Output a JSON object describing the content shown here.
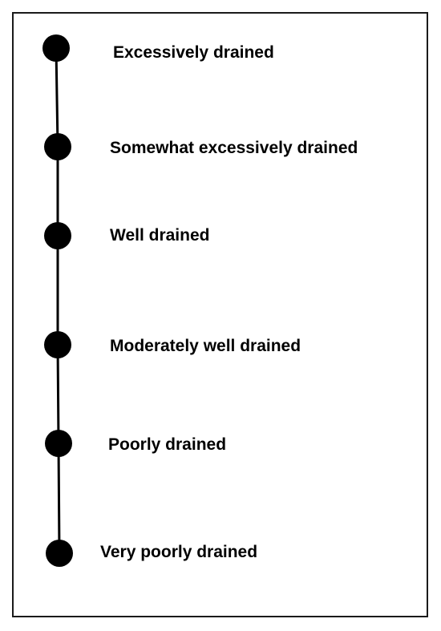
{
  "drainage_classes": [
    "Excessively drained",
    "Somewhat excessively drained",
    "Well drained",
    "Moderately well drained",
    "Poorly drained",
    "Very poorly drained"
  ],
  "colors": {
    "line": "#000000",
    "node": "#000000",
    "frame": "#1a1a1a",
    "text": "#000000"
  }
}
